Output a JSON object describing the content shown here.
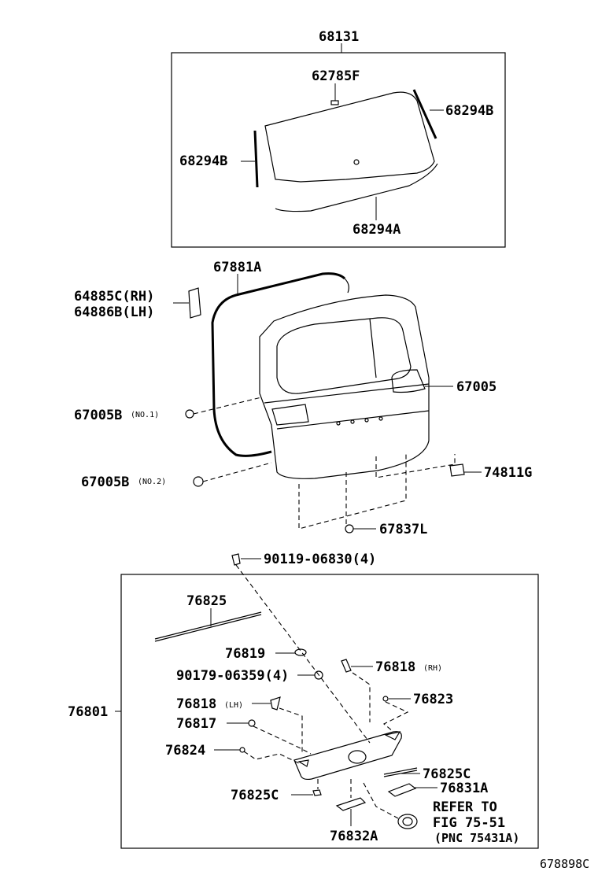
{
  "labels": {
    "p68131": "68131",
    "p62785F": "62785F",
    "p68294B_r": "68294B",
    "p68294B_l": "68294B",
    "p68294A": "68294A",
    "p67881A": "67881A",
    "p64885C": "64885C(RH)",
    "p64886B": "64886B(LH)",
    "p67005": "67005",
    "p67005B_1": "67005B",
    "p67005B_1_note": "(NO.1)",
    "p67005B_2": "67005B",
    "p67005B_2_note": "(NO.2)",
    "p74811G": "74811G",
    "p67837L": "67837L",
    "p90119": "90119-06830(4)",
    "p76825": "76825",
    "p76819": "76819",
    "p90179": "90179-06359(4)",
    "p76818_rh": "76818",
    "p76818_rh_note": "(RH)",
    "p76823": "76823",
    "p76801": "76801",
    "p76818_lh": "76818",
    "p76818_lh_note": "(LH)",
    "p76817": "76817",
    "p76824": "76824",
    "p76825C_r": "76825C",
    "p76831A": "76831A",
    "p76825C_l": "76825C",
    "p76832A": "76832A",
    "refer_1": "REFER TO",
    "refer_2": "FIG 75-51",
    "refer_3": "(PNC 75431A)",
    "fig_code": "678898C"
  }
}
